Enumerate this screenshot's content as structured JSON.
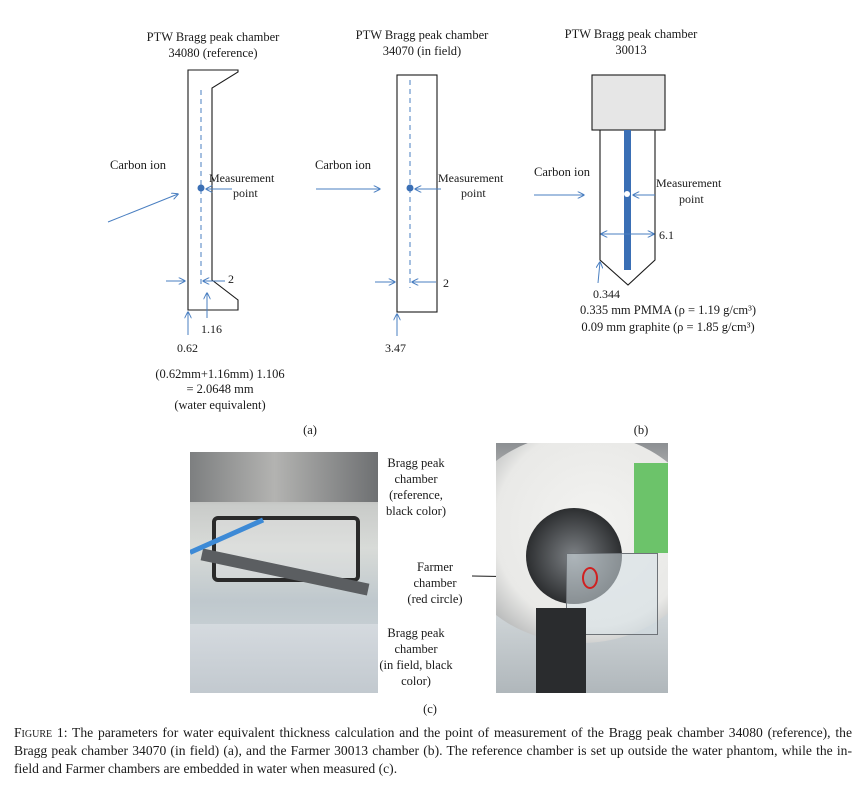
{
  "panel_a": {
    "chamber1": {
      "title_line1": "PTW Bragg peak chamber",
      "title_line2": "34080 (reference)",
      "dim_a": "2",
      "dim_b": "1.16",
      "dim_c": "0.62"
    },
    "chamber2": {
      "title_line1": "PTW Bragg peak chamber",
      "title_line2": "34070 (in field)",
      "dim_a": "2",
      "dim_b": "3.47"
    },
    "carbon_ion": "Carbon ion",
    "measurement_line1": "Measurement",
    "measurement_line2": "point",
    "formula_line1": "(0.62mm+1.16mm) 1.106",
    "formula_line2": "= 2.0648 mm",
    "formula_line3": "(water equivalent)",
    "label": "(a)"
  },
  "panel_b": {
    "title_line1": "PTW Bragg peak chamber",
    "title_line2": "30013",
    "carbon_ion": "Carbon ion",
    "measurement_line1": "Measurement",
    "measurement_line2": "point",
    "dim_width": "6.1",
    "dim_wall": "0.344",
    "material1": "0.335 mm PMMA (ρ = 1.19 g/cm³)",
    "material2": "0.09 mm graphite (ρ = 1.85 g/cm³)",
    "label": "(b)"
  },
  "panel_c": {
    "left_label1": [
      "Bragg peak",
      "chamber",
      "(reference,",
      "black color)"
    ],
    "left_label2": [
      "Bragg peak",
      "chamber",
      "(in field, black",
      "color)"
    ],
    "right_label": [
      "Farmer",
      "chamber",
      "(red circle)"
    ],
    "label": "(c)"
  },
  "caption": {
    "figure_label": "Figure 1:",
    "text": "The parameters for water equivalent thickness calculation and the point of measurement of the Bragg peak chamber 34080 (reference), the Bragg peak chamber 34070 (in field) (a), and the Farmer 30013 chamber (b). The reference chamber is set up outside the water phantom, while the in-field and Farmer chambers are embedded in water when measured (c)."
  },
  "colors": {
    "line": "#1a1a1a",
    "accent": "#4a7fc1",
    "rod": "#3a6fb5",
    "cap": "#e6e6e6"
  }
}
